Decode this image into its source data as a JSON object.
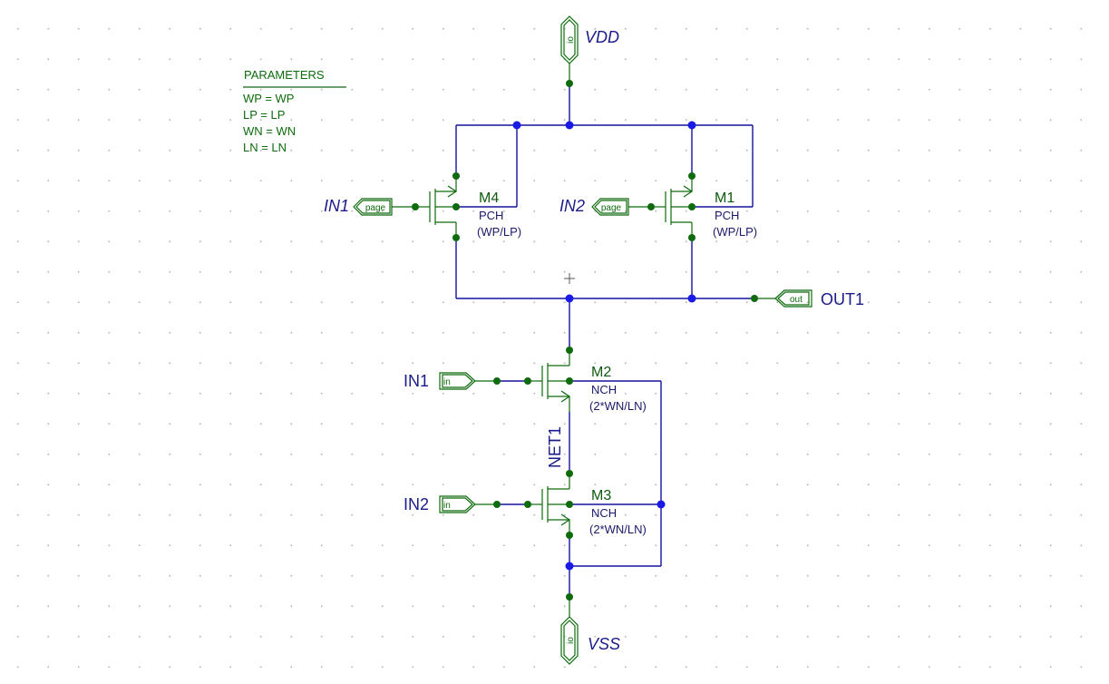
{
  "parameters": {
    "title": "PARAMETERS",
    "lines": [
      "WP = WP",
      "LP = LP",
      "WN = WN",
      "LN = LN"
    ]
  },
  "power": {
    "vdd": {
      "label": "VDD",
      "port_type": "io"
    },
    "vss": {
      "label": "VSS",
      "port_type": "io"
    }
  },
  "ports": {
    "in1_page": {
      "net": "IN1",
      "type": "page"
    },
    "in2_page": {
      "net": "IN2",
      "type": "page"
    },
    "in1_in": {
      "net": "IN1",
      "type": "in"
    },
    "in2_in": {
      "net": "IN2",
      "type": "in"
    },
    "out1": {
      "net": "OUT1",
      "type": "out"
    }
  },
  "transistors": {
    "m4": {
      "ref": "M4",
      "model": "PCH",
      "size": "(WP/LP)"
    },
    "m1": {
      "ref": "M1",
      "model": "PCH",
      "size": "(WP/LP)"
    },
    "m2": {
      "ref": "M2",
      "model": "NCH",
      "size": "(2*WN/LN)"
    },
    "m3": {
      "ref": "M3",
      "model": "NCH",
      "size": "(2*WN/LN)"
    }
  },
  "nets": {
    "internal": "NET1"
  },
  "colors": {
    "wire": "#1414a0",
    "symbol": "#0e6b0e",
    "junction": "#1a1ae6",
    "net_label": "#1a1a8a",
    "grid_dot": "#b8b8b8"
  }
}
